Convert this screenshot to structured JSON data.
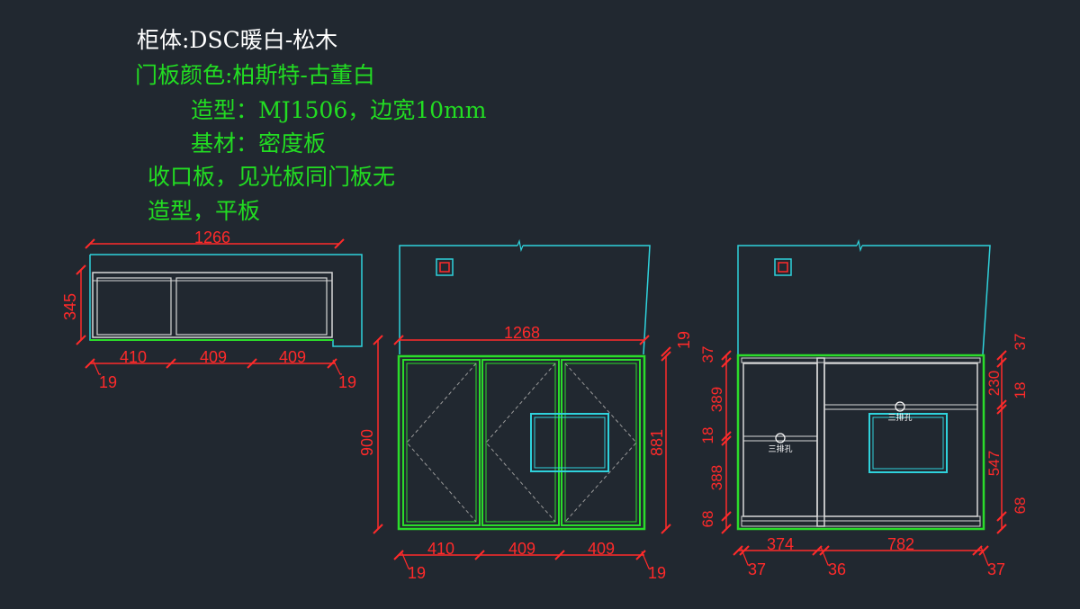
{
  "colors": {
    "background": "#212830",
    "white_text": "#ffffff",
    "note_green": "#22dd22",
    "outline_green": "#2bdc2b",
    "dimension_red": "#ff2a2a",
    "cyan": "#2fd2dc",
    "light_grey": "#d8d8d8",
    "dashed_grey": "#9a9a9a"
  },
  "notes": {
    "cabinet_body": "柜体:DSC暖白-松木",
    "door_color": "门板颜色:柏斯特-古董白",
    "door_style": "造型：MJ1506，边宽10mm",
    "substrate": "基材：密度板",
    "trim_line1": "收口板，见光板同门板无",
    "trim_line2": "造型，平板"
  },
  "top_view": {
    "width": "1266",
    "depth": "345",
    "bay1": "410",
    "bay2": "409",
    "bay3": "409",
    "side_left": "19",
    "side_right": "19"
  },
  "front_view": {
    "width": "1268",
    "height": "900",
    "inner_height": "881",
    "top_thickness": "19",
    "bay1": "410",
    "bay2": "409",
    "bay3": "409",
    "side_left": "19",
    "side_right": "19"
  },
  "interior_view": {
    "left_top": "37",
    "left_upper": "389",
    "left_shelf": "18",
    "left_lower": "388",
    "left_bottom": "68",
    "right_top": "37",
    "right_upper": "230",
    "right_shelf": "18",
    "right_lower": "547",
    "right_bottom": "68",
    "width_left": "374",
    "width_right": "782",
    "side_left": "37",
    "divider": "36",
    "side_right": "37",
    "hole_left": "三排孔",
    "hole_right": "三排孔"
  }
}
